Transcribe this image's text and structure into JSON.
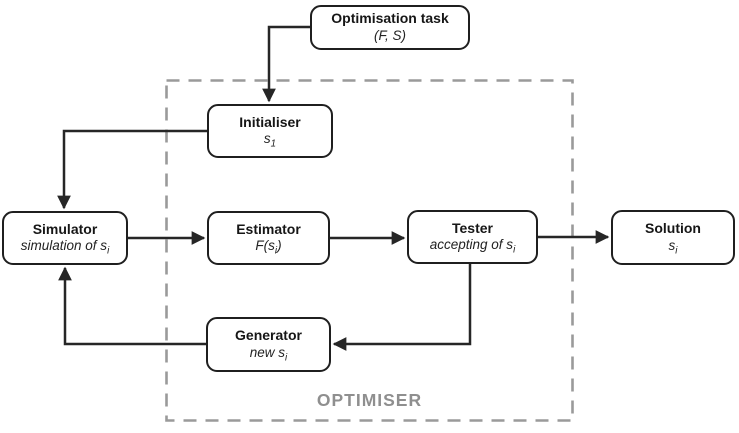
{
  "diagram": {
    "container_label": "OPTIMISER",
    "colors": {
      "line": "#262626",
      "box_border": "#1f1f1f",
      "dashed_border": "#9a9a9a",
      "optimiser_label": "#8f8f8f",
      "background": "#ffffff"
    },
    "nodes": {
      "task": {
        "title": "Optimisation task",
        "sub_pre": "(F, S)",
        "sub_sub": "",
        "sub_post": ""
      },
      "initialiser": {
        "title": "Initialiser",
        "sub_pre": "s",
        "sub_sub": "1",
        "sub_post": ""
      },
      "simulator": {
        "title": "Simulator",
        "sub_pre": "simulation of s",
        "sub_sub": "i",
        "sub_post": ""
      },
      "estimator": {
        "title": "Estimator",
        "sub_pre": "F(s",
        "sub_sub": "i",
        "sub_post": ")"
      },
      "tester": {
        "title": "Tester",
        "sub_pre": "accepting of s",
        "sub_sub": "i",
        "sub_post": ""
      },
      "solution": {
        "title": "Solution",
        "sub_pre": "s",
        "sub_sub": "i",
        "sub_post": ""
      },
      "generator": {
        "title": "Generator",
        "sub_pre": "new s",
        "sub_sub": "i",
        "sub_post": ""
      }
    },
    "edges": [
      "task-to-initialiser",
      "initialiser-to-simulator",
      "simulator-to-estimator",
      "estimator-to-tester",
      "tester-to-solution",
      "tester-to-generator",
      "generator-to-simulator"
    ]
  }
}
